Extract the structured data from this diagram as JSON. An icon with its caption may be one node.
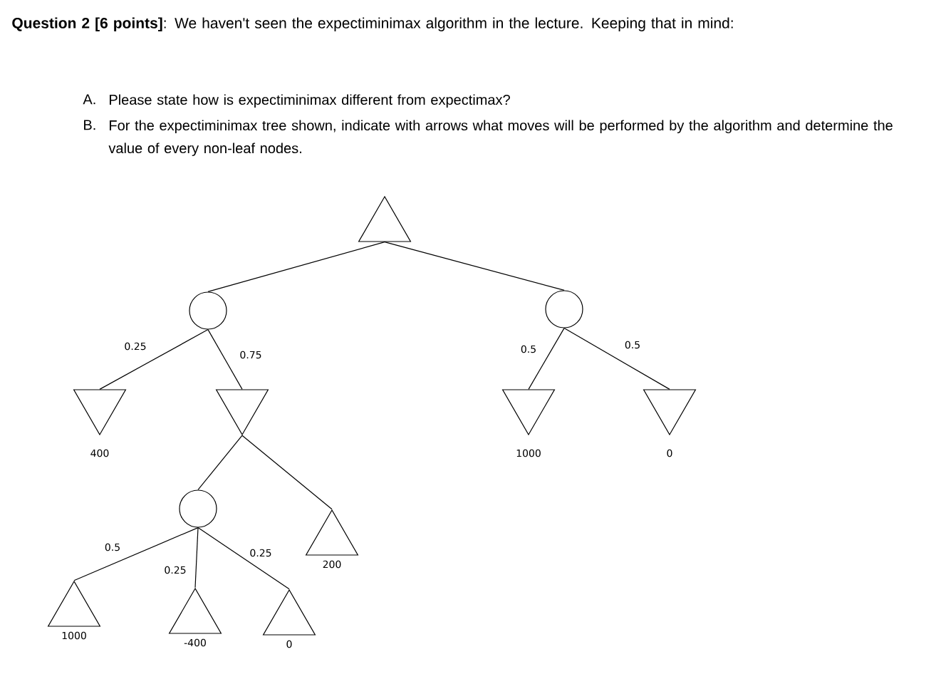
{
  "diagram": {
    "title": "**Question 2 [6 points]**: We haven't seen the expectiminimax algorithm in the lecture. Keeping that in mind:",
    "nodes": [
      {
        "text": [],
        "shape": "triangle"
      },
      {
        "text": [],
        "shape": "circle"
      },
      {
        "text": [],
        "shape": "circle"
      },
      {
        "text": [
          "400"
        ]
      },
      {
        "text": [],
        "shape": "triangle"
      },
      {
        "text": [
          "1000"
        ]
      },
      {
        "text": [
          "0"
        ]
      },
      {
        "text": [],
        "shape": "circle"
      },
      {
        "text": [
          "200"
        ]
      },
      {
        "text": [
          "1000"
        ]
      },
      {
        "text": [
          "-400"
        ]
      },
      {
        "text": [
          "0"
        ]
      }
    ],
    "edges": [
      {
        "from": 0,
        "to": 1,
        "arrow": "none"
      },
      {
        "from": 0,
        "to": 2,
        "arrow": "none"
      },
      {
        "from": 1,
        "to": 3,
        "arrow": "none",
        "label": "0.25"
      },
      {
        "from": 1,
        "to": 4,
        "arrow": "none",
        "label": "0.75"
      },
      {
        "from": 2,
        "to": 5,
        "arrow": "none",
        "label": "0.5"
      },
      {
        "from": 2,
        "to": 6,
        "arrow": "none",
        "label": "0.5"
      },
      {
        "from": 4,
        "to": 7,
        "arrow": "none"
      },
      {
        "from": 4,
        "to": 8,
        "arrow": "none"
      },
      {
        "from": 7,
        "to": 9,
        "arrow": "none",
        "label": "0.5"
      },
      {
        "from": 7,
        "to": 10,
        "arrow": "none",
        "label": "0.25"
      },
      {
        "from": 7,
        "to": 11,
        "arrow": "none",
        "label": "0.25"
      }
    ],
    "labels": [
      "A.",
      "Please state how is expectiminimax different from expectimax?",
      "B.",
      "For the expectiminimax tree shown, indicate with arrows what moves will be performed by the algorithm and determine the value of every non-leaf nodes."
    ]
  }
}
